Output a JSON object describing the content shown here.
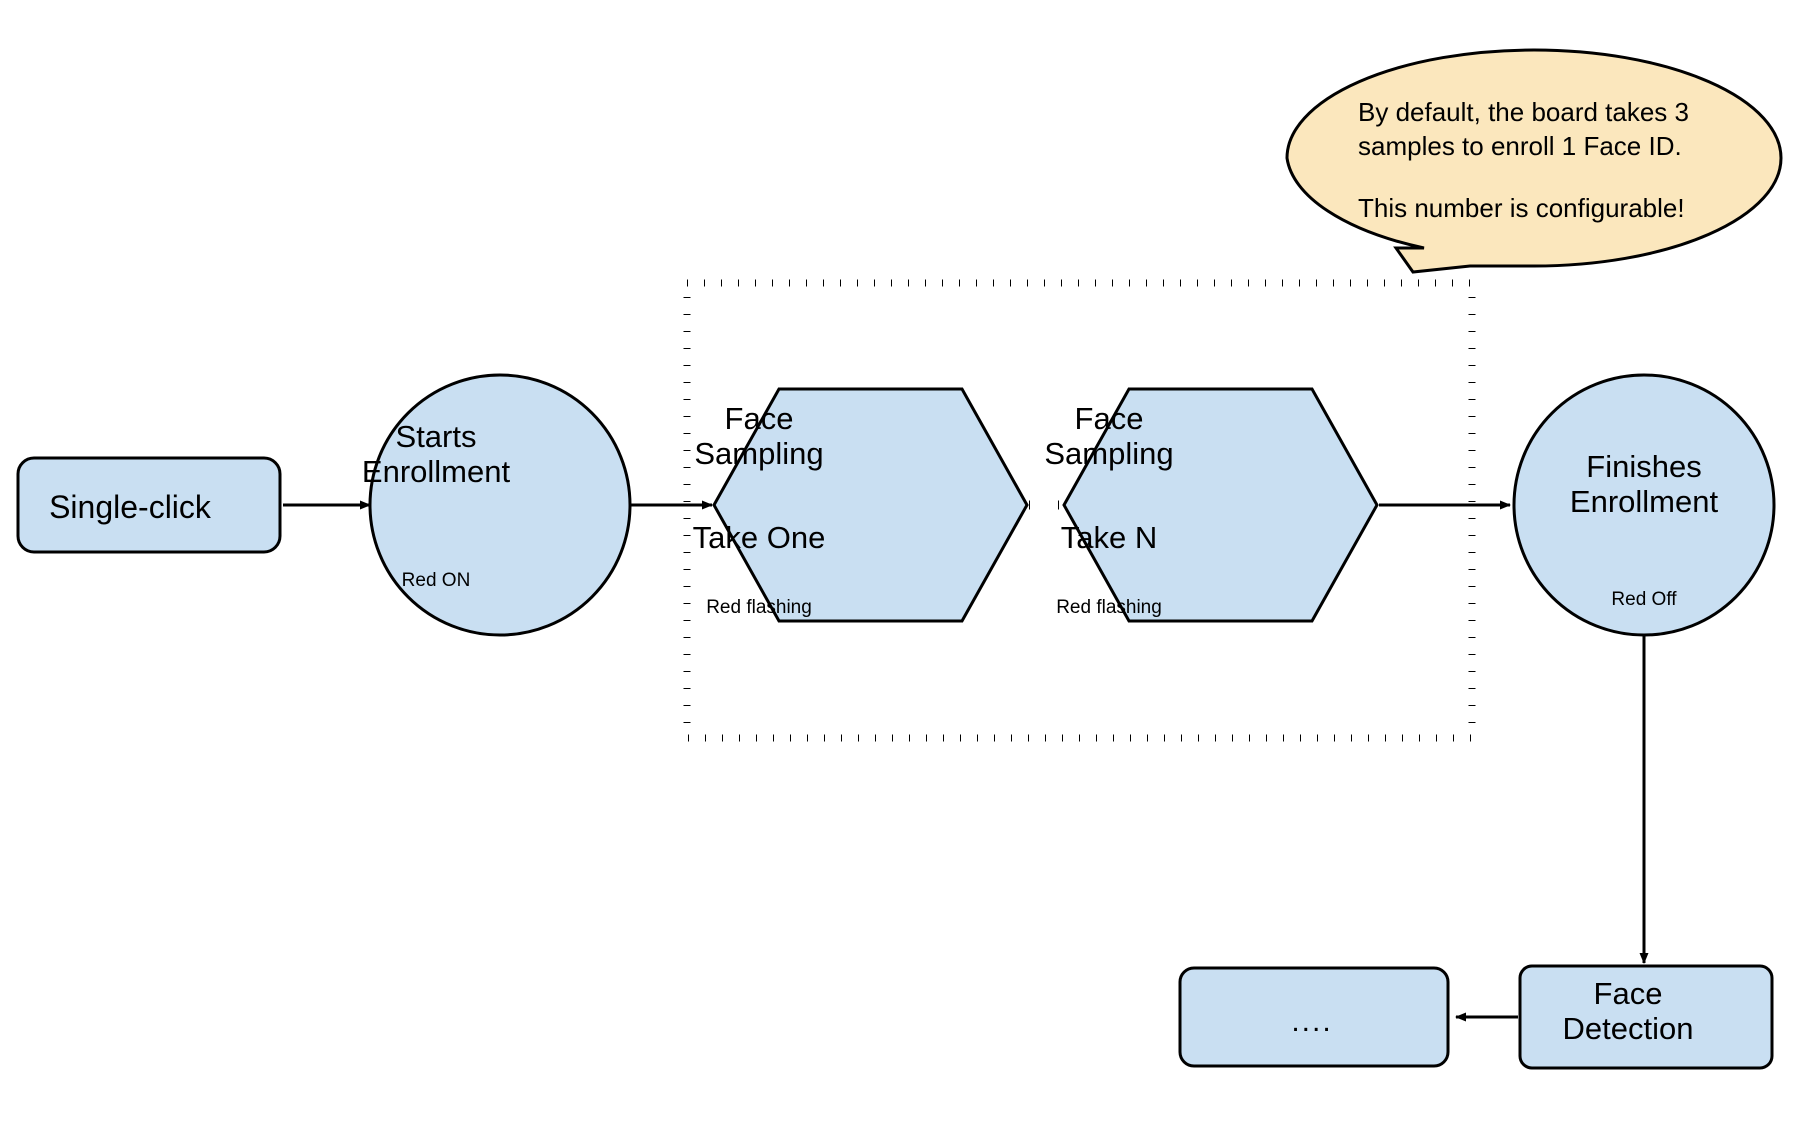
{
  "diagram": {
    "title": "Face ID Enrollment Flow",
    "colors": {
      "node_fill": "#c9dff2",
      "node_stroke": "#000000",
      "callout_fill": "#fbe7bd",
      "callout_stroke": "#000000",
      "arrow": "#000000",
      "group_border": "#000000",
      "background": "#ffffff"
    },
    "nodes": {
      "single_click": {
        "label": "Single-click",
        "shape": "rounded-rect"
      },
      "starts_enrollment": {
        "label": "Starts\nEnrollment",
        "status": "Red ON",
        "shape": "circle"
      },
      "face_sampling_one": {
        "title": "Face\nSampling",
        "take": "Take One",
        "status": "Red flashing",
        "shape": "hexagon"
      },
      "face_sampling_n": {
        "title": "Face\nSampling",
        "take": "Take N",
        "status": "Red flashing",
        "shape": "hexagon"
      },
      "finishes_enrollment": {
        "label": "Finishes\nEnrollment",
        "status": "Red Off",
        "shape": "circle"
      },
      "face_detection": {
        "label": "Face\nDetection",
        "shape": "rounded-rect"
      },
      "ellipsis": {
        "label": "....",
        "shape": "rounded-rect"
      }
    },
    "callout": {
      "paragraph_1": "By default, the board takes 3 samples to enroll 1 Face ID.",
      "paragraph_2": "This number is configurable!",
      "shape": "speech-balloon-ellipse"
    },
    "group": {
      "name": "sampling-loop-group",
      "border_style": "dotted"
    },
    "edges": [
      {
        "name": "single-click-to-starts",
        "from": "single_click",
        "to": "starts_enrollment",
        "style": "solid-arrow",
        "direction": "right"
      },
      {
        "name": "starts-to-sampling-one",
        "from": "starts_enrollment",
        "to": "face_sampling_one",
        "style": "solid-arrow",
        "direction": "right"
      },
      {
        "name": "sampling-one-to-sampling-n",
        "from": "face_sampling_one",
        "to": "face_sampling_n",
        "style": "dotted",
        "direction": "right"
      },
      {
        "name": "sampling-n-to-finishes",
        "from": "face_sampling_n",
        "to": "finishes_enrollment",
        "style": "solid-arrow",
        "direction": "right"
      },
      {
        "name": "finishes-to-face-detection",
        "from": "finishes_enrollment",
        "to": "face_detection",
        "style": "solid-arrow",
        "direction": "down"
      },
      {
        "name": "face-detection-to-ellipsis",
        "from": "face_detection",
        "to": "ellipsis",
        "style": "solid-arrow",
        "direction": "left"
      }
    ]
  }
}
